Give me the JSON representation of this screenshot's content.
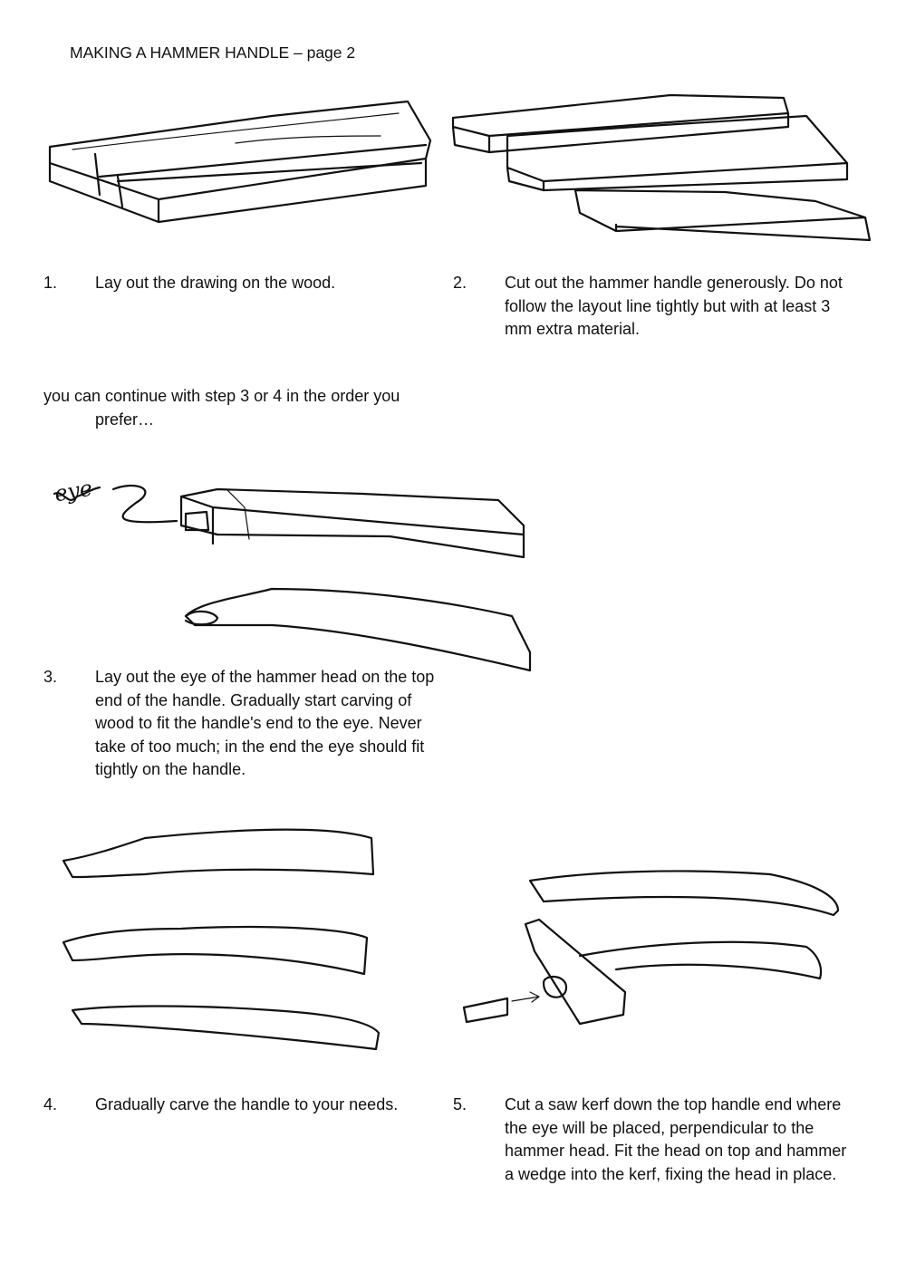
{
  "title": "MAKING A HAMMER HANDLE – page 2",
  "steps": [
    {
      "number": "1.",
      "text": "Lay out the drawing on the wood."
    },
    {
      "number": "2.",
      "text": "Cut out the hammer handle generously. Do not follow the layout line tightly but with at least 3 mm extra material."
    },
    {
      "number": "3.",
      "text": "Lay out the eye of the hammer head on the top end of the handle. Gradually start carving of wood to fit the handle's end to the eye. Never take of too much; in the end the eye should fit tightly on the handle."
    },
    {
      "number": "4.",
      "text": "Gradually carve the handle to your needs."
    },
    {
      "number": "5.",
      "text": "Cut a saw kerf down the top handle end where the eye will be placed, perpendicular to the hammer head. Fit the head on top and hammer a wedge into the kerf, fixing the head in place."
    }
  ],
  "note": {
    "line1": "you can continue with step 3 or 4 in the order you",
    "line2": "prefer…"
  },
  "sketch_label_eye": "eye"
}
